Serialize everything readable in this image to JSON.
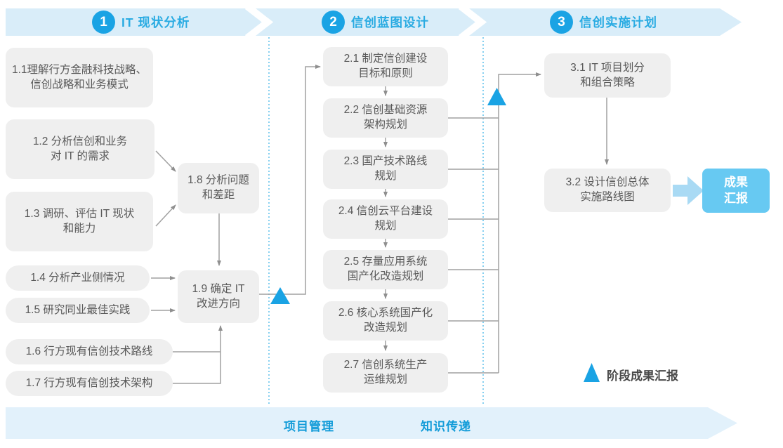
{
  "header": {
    "phases": [
      {
        "number": "1",
        "title": "IT 现状分析"
      },
      {
        "number": "2",
        "title": "信创蓝图设计"
      },
      {
        "number": "3",
        "title": "信创实施计划"
      }
    ]
  },
  "nodes": {
    "n11": "1.1理解行方金融科技战略、\n信创战略和业务模式",
    "n12": "1.2 分析信创和业务\n对 IT 的需求",
    "n13": "1.3 调研、评估 IT 现状\n和能力",
    "n14": "1.4 分析产业侧情况",
    "n15": "1.5 研究同业最佳实践",
    "n16": "1.6 行方现有信创技术路线",
    "n17": "1.7 行方现有信创技术架构",
    "n18": "1.8 分析问题\n和差距",
    "n19": "1.9 确定 IT\n改进方向",
    "n21": "2.1 制定信创建设\n目标和原则",
    "n22": "2.2 信创基础资源\n架构规划",
    "n23": "2.3 国产技术路线\n规划",
    "n24": "2.4 信创云平台建设\n规划",
    "n25": "2.5 存量应用系统\n国产化改造规划",
    "n26": "2.6 核心系统国产化\n改造规划",
    "n27": "2.7 信创系统生产\n运维规划",
    "n31": "3.1 IT 项目划分\n和组合策略",
    "n32": "3.2 设计信创总体\n实施路线图"
  },
  "result_box": {
    "label": "成果\n汇报"
  },
  "legend": {
    "label": "阶段成果汇报"
  },
  "footer": {
    "items": [
      "项目管理",
      "知识传递"
    ]
  },
  "colors": {
    "accent_blue": "#1aa3e4",
    "title_blue": "#29abe2",
    "band_light_blue": "#d9edf9",
    "node_gray": "#efefef",
    "node_text": "#595959",
    "connector_gray": "#a0a0a0",
    "result_box_blue": "#67c9f2",
    "fat_arrow_blue": "#a9daf4",
    "footer_text_blue": "#119bd8",
    "dotted_line_blue": "#45b6e8"
  }
}
